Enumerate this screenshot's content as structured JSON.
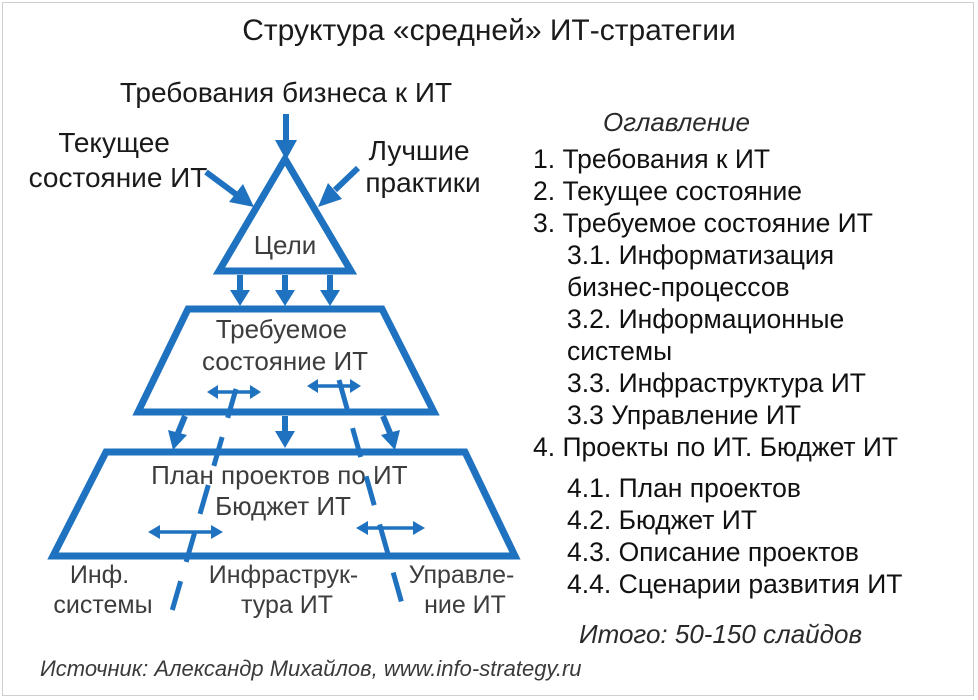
{
  "title": "Структура «средней» ИТ-стратегии",
  "inputs": {
    "top": "Требования бизнеса к ИТ",
    "left": [
      "Текущее",
      "состояние ИТ"
    ],
    "right": [
      "Лучшие",
      "практики"
    ]
  },
  "pyramid": {
    "top_block": "Цели",
    "middle_block": [
      "Требуемое",
      "состояние ИТ"
    ],
    "bottom_block": [
      "План проектов по ИТ",
      "Бюджет ИТ"
    ]
  },
  "bottom_labels": {
    "left": [
      "Инф.",
      "системы"
    ],
    "center": [
      "Инфраструк-",
      "тура ИТ"
    ],
    "right": [
      "Управле-",
      "ние ИТ"
    ]
  },
  "toc": {
    "heading": "Оглавление",
    "items": [
      "1. Требования к ИТ",
      "2. Текущее состояние",
      "3. Требуемое состояние ИТ",
      "3.1. Информатизация",
      "бизнес-процессов",
      "3.2. Информационные",
      "системы",
      "3.3. Инфраструктура ИТ",
      "3.3 Управление ИТ",
      "4. Проекты по ИТ. Бюджет ИТ",
      "4.1. План проектов",
      "4.2. Бюджет ИТ",
      "4.3. Описание проектов",
      "4.4. Сценарии развития ИТ"
    ]
  },
  "total": "Итого: 50-150 слайдов",
  "source": "Источник: Александр Михайлов, www.info-strategy.ru",
  "colors": {
    "accent": "#1f72bf",
    "text": "#111111",
    "muted": "#3d3d3d"
  }
}
